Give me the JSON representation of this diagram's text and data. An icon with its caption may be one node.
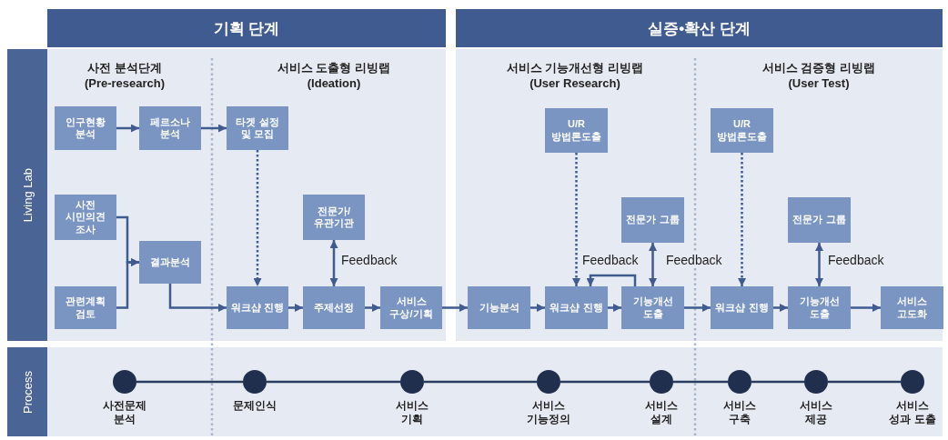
{
  "diagram": {
    "nodes": [
      {
        "text": [
          "기획 단계"
        ]
      },
      {
        "text": [
          "실증•확산 단계"
        ]
      },
      {
        "text": [
          "Living Lab"
        ]
      },
      {
        "text": [
          "Process"
        ]
      },
      {
        "text": [
          "인구현황 분석"
        ]
      },
      {
        "text": [
          "페르소나 분석"
        ]
      },
      {
        "text": [
          "타겟 설정 및 모집"
        ]
      },
      {
        "text": [
          "사전 시민의견 조사"
        ]
      },
      {
        "text": [
          "결과분석"
        ]
      },
      {
        "text": [
          "관련계획 검토"
        ]
      },
      {
        "text": [
          "전문가/유관기관"
        ]
      },
      {
        "text": [
          "워크샵 진행"
        ]
      },
      {
        "text": [
          "주제선정"
        ]
      },
      {
        "text": [
          "서비스 구상/기획"
        ]
      },
      {
        "text": [
          "U/R 방법론도출"
        ]
      },
      {
        "text": [
          "전문가 그룹"
        ]
      },
      {
        "text": [
          "기능분석"
        ]
      },
      {
        "text": [
          "워크샵 진행"
        ]
      },
      {
        "text": [
          "기능개선 도출"
        ]
      },
      {
        "text": [
          "U/R 방법론도출"
        ]
      },
      {
        "text": [
          "전문가 그룹"
        ]
      },
      {
        "text": [
          "워크샵 진행"
        ]
      },
      {
        "text": [
          "기능개선 도출"
        ]
      },
      {
        "text": [
          "서비스 고도화"
        ]
      },
      {
        "text": [
          "사전문제 분석"
        ]
      },
      {
        "text": [
          "문제인식"
        ]
      },
      {
        "text": [
          "서비스 기획"
        ]
      },
      {
        "text": [
          "서비스 기능정의"
        ]
      },
      {
        "text": [
          "서비스 설계"
        ]
      },
      {
        "text": [
          "서비스 구축"
        ]
      },
      {
        "text": [
          "서비스 제공"
        ]
      },
      {
        "text": [
          "서비스 성과 도출"
        ]
      }
    ],
    "edges": [
      {
        "from": 4,
        "to": 5,
        "arrow": "to"
      },
      {
        "from": 5,
        "to": 6,
        "arrow": "to"
      },
      {
        "from": 6,
        "to": 11,
        "arrow": "to",
        "style": "dashed"
      },
      {
        "from": 7,
        "to": 8,
        "arrow": "to"
      },
      {
        "from": 9,
        "to": 8,
        "arrow": "to"
      },
      {
        "from": 8,
        "to": 11,
        "arrow": "to"
      },
      {
        "from": 11,
        "to": 12,
        "arrow": "to"
      },
      {
        "from": 10,
        "to": 12,
        "arrow": "both",
        "label": "Feedback"
      },
      {
        "from": 12,
        "to": 13,
        "arrow": "to"
      },
      {
        "from": 13,
        "to": 16,
        "arrow": "to"
      },
      {
        "from": 16,
        "to": 17,
        "arrow": "to"
      },
      {
        "from": 14,
        "to": 17,
        "arrow": "to",
        "style": "dashed"
      },
      {
        "from": 17,
        "to": 18,
        "arrow": "to"
      },
      {
        "from": 18,
        "to": 17,
        "arrow": "to",
        "label": "Feedback"
      },
      {
        "from": 15,
        "to": 18,
        "arrow": "both",
        "label": "Feedback"
      },
      {
        "from": 18,
        "to": 21,
        "arrow": "to"
      },
      {
        "from": 19,
        "to": 21,
        "arrow": "to",
        "style": "dashed"
      },
      {
        "from": 21,
        "to": 22,
        "arrow": "to"
      },
      {
        "from": 20,
        "to": 22,
        "arrow": "both",
        "label": "Feedback"
      },
      {
        "from": 22,
        "to": 23,
        "arrow": "to"
      },
      {
        "from": 24,
        "to": 25,
        "arrow": "none"
      },
      {
        "from": 25,
        "to": 26,
        "arrow": "none"
      },
      {
        "from": 26,
        "to": 27,
        "arrow": "none"
      },
      {
        "from": 27,
        "to": 28,
        "arrow": "none"
      },
      {
        "from": 28,
        "to": 29,
        "arrow": "none"
      },
      {
        "from": 29,
        "to": 30,
        "arrow": "none"
      },
      {
        "from": 30,
        "to": 31,
        "arrow": "none"
      }
    ],
    "labels": [
      "사전 분석단계",
      "(Pre-research)",
      "서비스 도출형 리빙랩",
      "(Ideation)",
      "서비스 기능개선형 리빙랩",
      "(User Research)",
      "서비스 검증형 리빙랩",
      "(User Test)"
    ]
  }
}
